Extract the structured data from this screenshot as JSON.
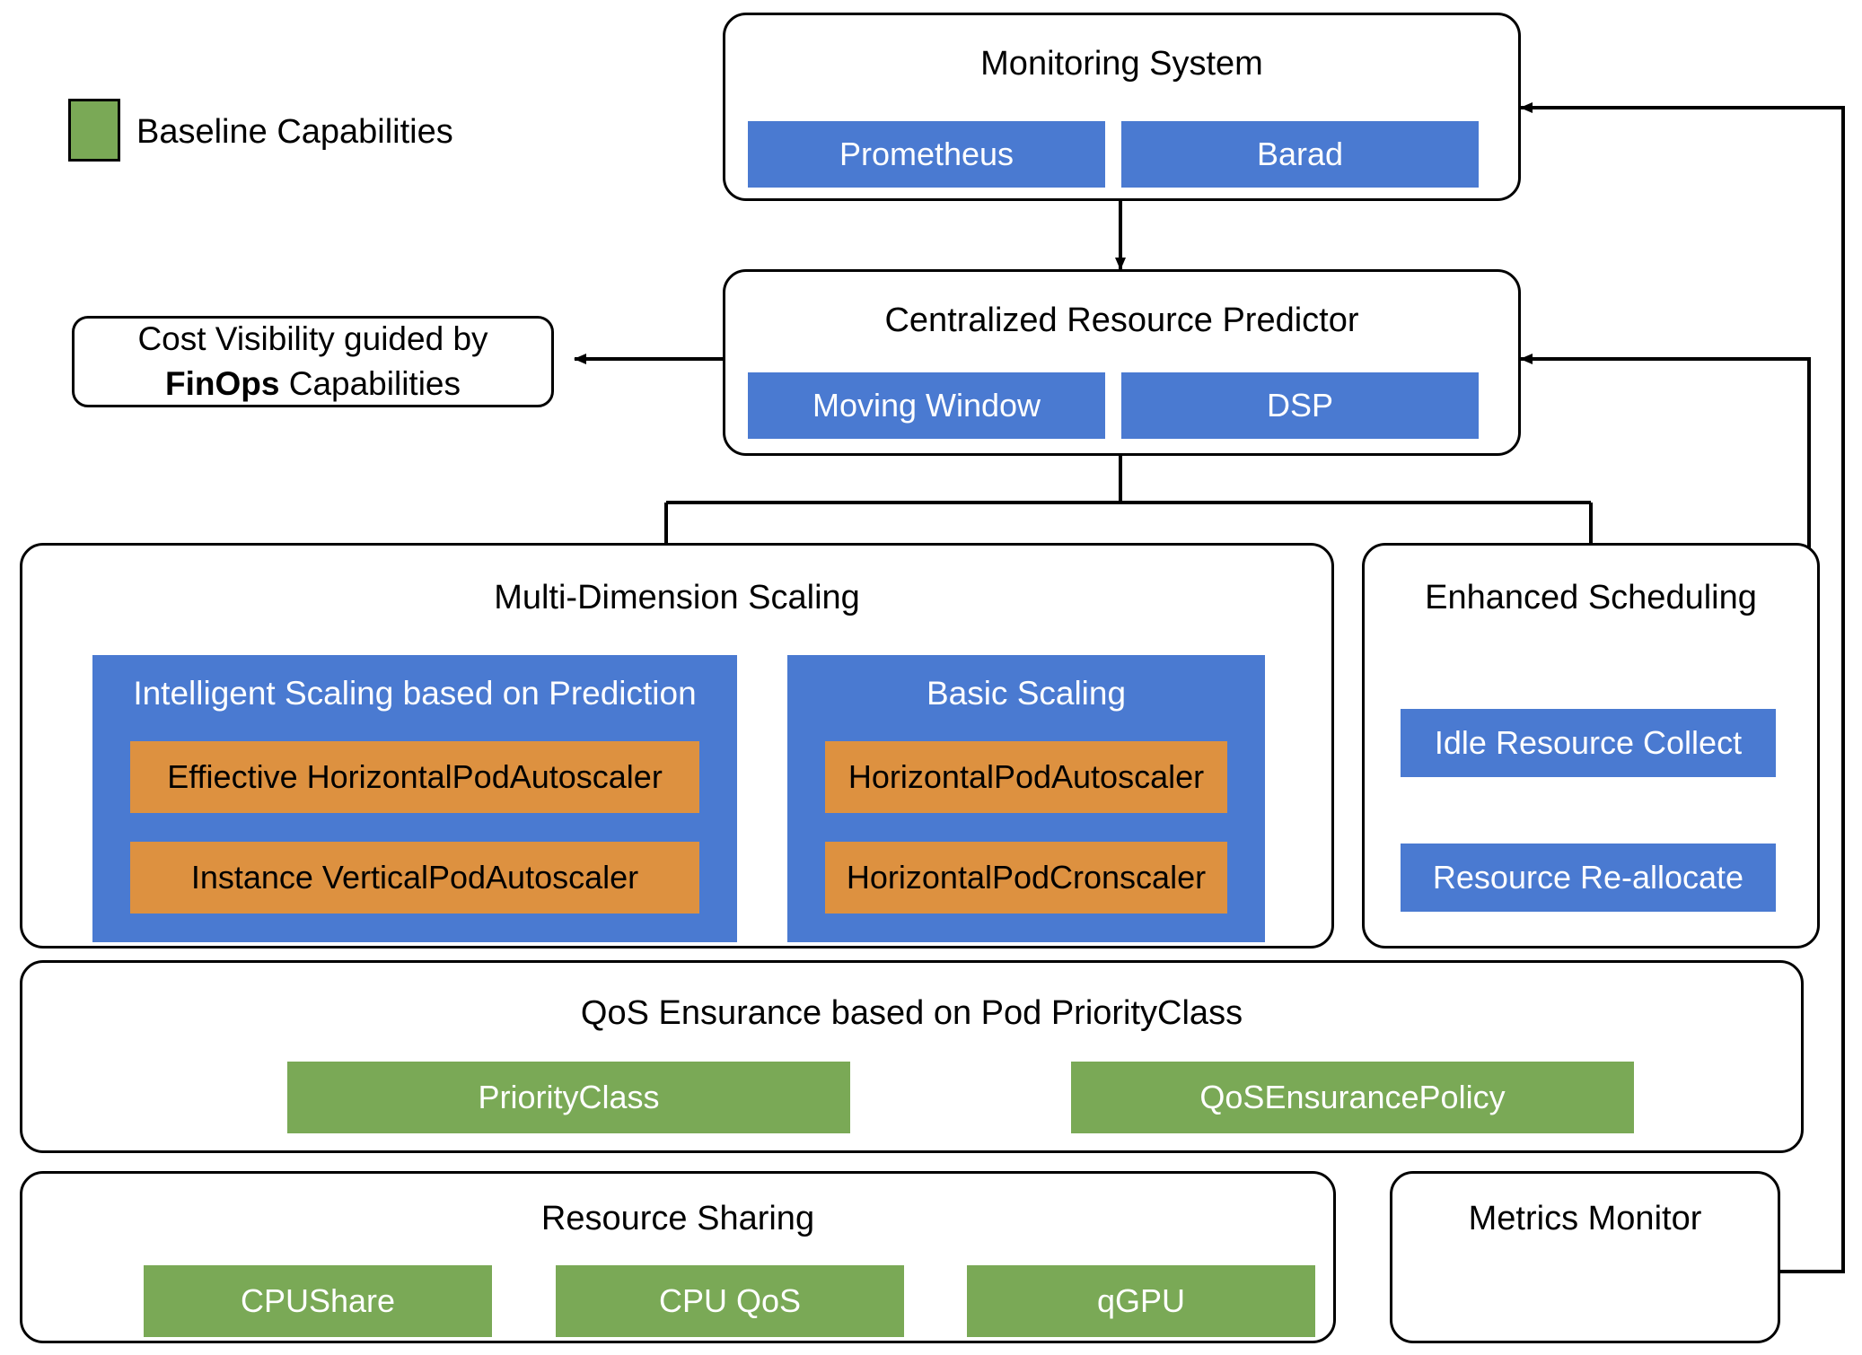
{
  "legend": {
    "swatch_color": "#7aa956",
    "label": "Baseline Capabilities"
  },
  "colors": {
    "blue": "#4a7ad1",
    "green": "#7aa956",
    "orange": "#dd9140",
    "stroke": "#000000",
    "background": "#ffffff"
  },
  "monitoring_system": {
    "title": "Monitoring System",
    "items": [
      {
        "label": "Prometheus",
        "color": "#4a7ad1"
      },
      {
        "label": "Barad",
        "color": "#4a7ad1"
      }
    ]
  },
  "centralized_resource_predictor": {
    "title": "Centralized Resource Predictor",
    "items": [
      {
        "label": "Moving Window",
        "color": "#4a7ad1"
      },
      {
        "label": "DSP",
        "color": "#4a7ad1"
      }
    ]
  },
  "cost_visibility": {
    "line1": "Cost Visibility guided by",
    "line2_bold": "FinOps",
    "line2_rest": " Capabilities"
  },
  "multi_dimension_scaling": {
    "title": "Multi-Dimension Scaling",
    "panels": [
      {
        "title": "Intelligent Scaling based on Prediction",
        "color": "#4a7ad1",
        "items": [
          {
            "label": "Effiective HorizontalPodAutoscaler",
            "color": "#dd9140"
          },
          {
            "label": "Instance VerticalPodAutoscaler",
            "color": "#dd9140"
          }
        ]
      },
      {
        "title": "Basic Scaling",
        "color": "#4a7ad1",
        "items": [
          {
            "label": "HorizontalPodAutoscaler",
            "color": "#dd9140"
          },
          {
            "label": "HorizontalPodCronscaler",
            "color": "#dd9140"
          }
        ]
      }
    ]
  },
  "enhanced_scheduling": {
    "title": "Enhanced Scheduling",
    "items": [
      {
        "label": "Idle Resource Collect",
        "color": "#4a7ad1"
      },
      {
        "label": "Resource Re-allocate",
        "color": "#4a7ad1"
      }
    ]
  },
  "qos_ensurance": {
    "title": "QoS Ensurance based on Pod PriorityClass",
    "items": [
      {
        "label": "PriorityClass",
        "color": "#7aa956"
      },
      {
        "label": "QoSEnsurancePolicy",
        "color": "#7aa956"
      }
    ]
  },
  "resource_sharing": {
    "title": "Resource Sharing",
    "items": [
      {
        "label": "CPUShare",
        "color": "#7aa956"
      },
      {
        "label": "CPU QoS",
        "color": "#7aa956"
      },
      {
        "label": "qGPU",
        "color": "#7aa956"
      }
    ]
  },
  "metrics_monitor": {
    "title": "Metrics Monitor"
  }
}
